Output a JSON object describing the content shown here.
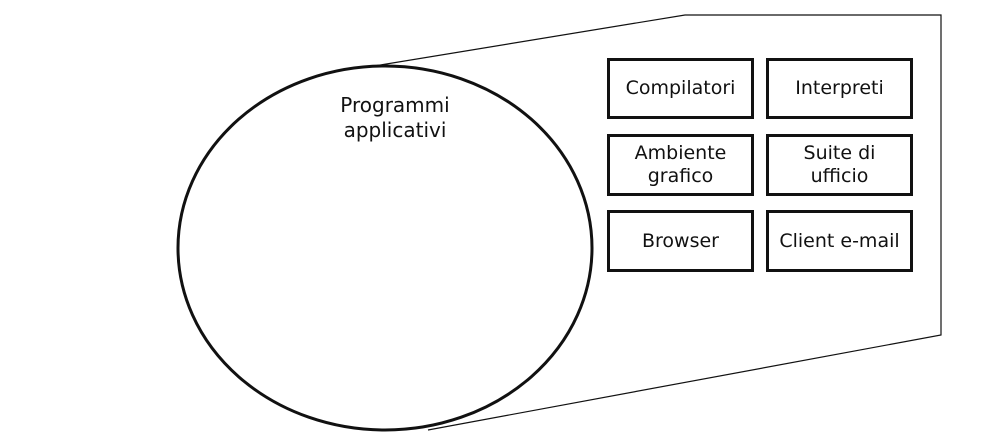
{
  "ellipse": {
    "line1": "Programmi",
    "line2": "applicativi"
  },
  "boxes": [
    {
      "lines": [
        "Compilatori"
      ]
    },
    {
      "lines": [
        "Interpreti"
      ]
    },
    {
      "lines": [
        "Ambiente",
        "grafico"
      ]
    },
    {
      "lines": [
        "Suite di",
        "ufficio"
      ]
    },
    {
      "lines": [
        "Browser"
      ]
    },
    {
      "lines": [
        "Client e-mail"
      ]
    }
  ]
}
